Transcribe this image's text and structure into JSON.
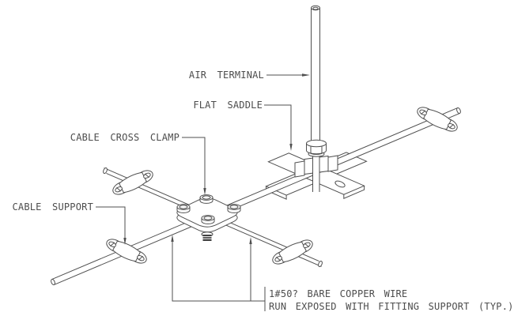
{
  "drawing": {
    "type": "isometric-cad-detail",
    "subject": "air terminal mounting assembly on crossed bare copper conductors",
    "labels": {
      "air_terminal": "AIR TERMINAL",
      "flat_saddle": "FLAT SADDLE",
      "cable_cross_clamp": "CABLE CROSS CLAMP",
      "cable_support": "CABLE SUPPORT"
    },
    "note": {
      "line1": "1#50? BARE COPPER WIRE",
      "line2": "RUN EXPOSED WITH FITTING SUPPORT (TYP.)"
    },
    "colors": {
      "background": "#ffffff",
      "line": "#4f4f4f",
      "text": "#4d4d4d",
      "dark_fill": "#3f3f3f"
    },
    "components": {
      "air_terminal_rod": "vertical rod top center-right",
      "flat_saddle_base": "cross shaped base plate with mounting hole",
      "cross_clamp": "rounded square clamp plate with four hex bolts and stud below",
      "cable_supports_count": 4,
      "cables_count": 2
    }
  }
}
